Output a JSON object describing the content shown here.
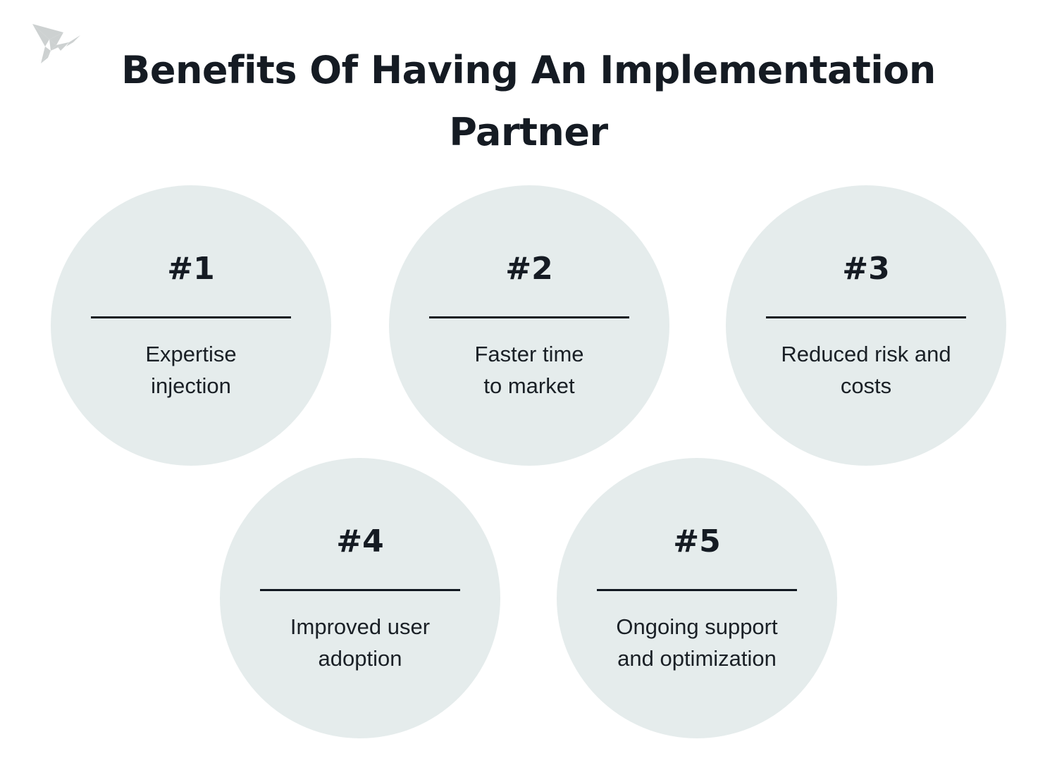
{
  "brand": {
    "logo_icon": "origami-bird-logo",
    "logo_color": "#cdd1d1"
  },
  "colors": {
    "background": "#ffffff",
    "circle_fill": "#e5ecec",
    "heading_text": "#151b23",
    "body_text": "#1a2026",
    "divider": "#111821"
  },
  "header": {
    "title": "Benefits Of Having An Implementation Partner",
    "title_lines": [
      "Benefits Of Having An Implementation",
      "Partner"
    ]
  },
  "benefits": [
    {
      "number": "#1",
      "label": "Expertise injection",
      "label_lines": [
        "Expertise",
        "injection"
      ]
    },
    {
      "number": "#2",
      "label": "Faster time to market",
      "label_lines": [
        "Faster time",
        "to market"
      ]
    },
    {
      "number": "#3",
      "label": "Reduced risk and costs",
      "label_lines": [
        "Reduced risk and",
        "costs"
      ]
    },
    {
      "number": "#4",
      "label": "Improved user adoption",
      "label_lines": [
        "Improved user",
        "adoption"
      ]
    },
    {
      "number": "#5",
      "label": "Ongoing support and optimization",
      "label_lines": [
        "Ongoing support",
        "and optimization"
      ]
    }
  ]
}
